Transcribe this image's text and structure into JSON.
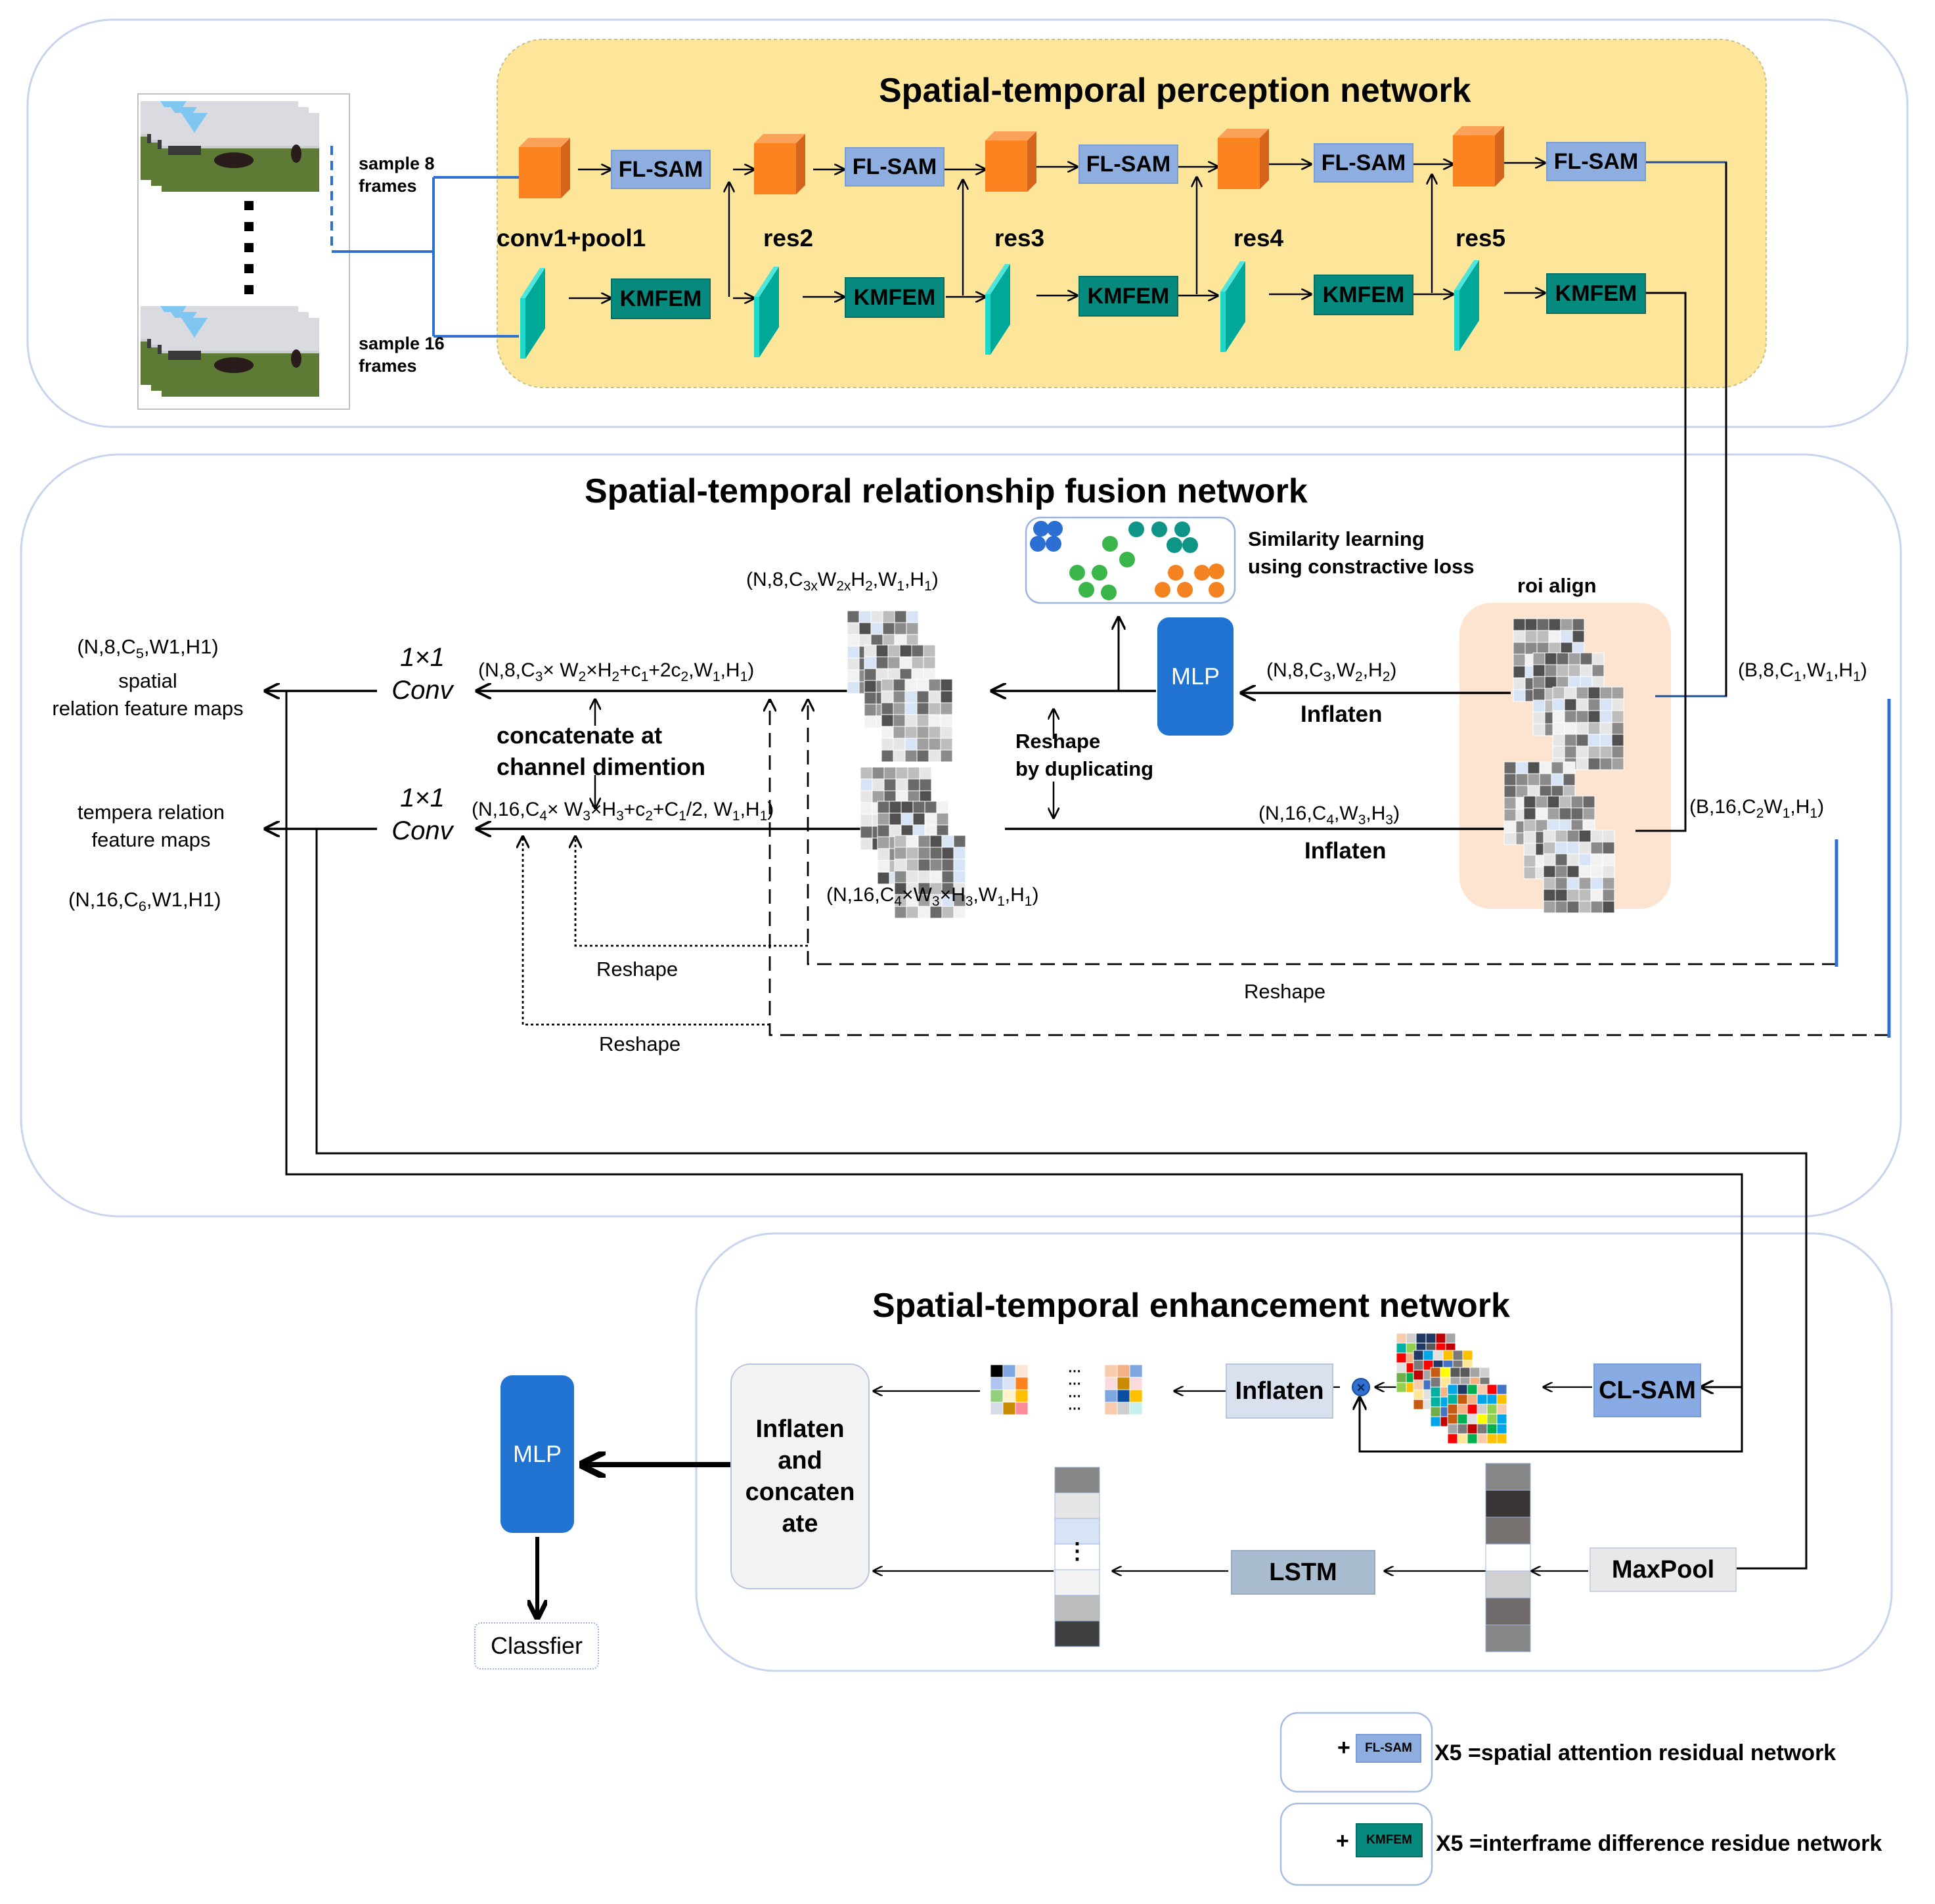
{
  "perception": {
    "title": "Spatial-temporal perception network",
    "input": {
      "sample8": "sample 8 frames",
      "sample8_line1": "sample 8",
      "sample8_line2": "frames",
      "sample16_line1": "sample 16",
      "sample16_line2": "frames"
    },
    "stages": [
      "conv1+pool1",
      "res2",
      "res3",
      "res4",
      "res5"
    ],
    "top_block": "FL-SAM",
    "bottom_block": "KMFEM"
  },
  "fusion": {
    "title": "Spatial-temporal relationship fusion network",
    "similarity_line1": "Similarity learning",
    "similarity_line2": "using constractive loss",
    "roi_align": "roi align",
    "mlp": "MLP",
    "inflaten_top": "Inflaten",
    "inflaten_bottom": "Inflaten",
    "shape_b8": "(B,8,C1,W1,H1)",
    "shape_b16": "(B,16,C2W1,H1)",
    "shape_n8_c3": "(N,8,C3,W2,H2)",
    "shape_n16_c4": "(N,16,C4,W3,H3)",
    "shape_n8_flat": "(N,8,C3xW2xH2,W1,H1)",
    "shape_n16_flat": "(N,16,C4×W3×H3,W1,H1)",
    "shape_n8_concat": "(N,8,C3× W2×H2+c1+2c2,W1,H1)",
    "shape_n16_concat": "(N,16,C4× W3×H3+c2+C1/2, W1,H1)",
    "reshape_dup_line1": "Reshape",
    "reshape_dup_line2": "by duplicating",
    "concat_line1": "concatenate at",
    "concat_line2": "channel dimention",
    "conv_top_line1": "1×1",
    "conv_top_line2": "Conv",
    "conv_bottom_line1": "1×1",
    "conv_bottom_line2": "Conv",
    "reshape_labels": [
      "Reshape",
      "Reshape",
      "Reshape"
    ],
    "out_spatial_shape": "(N,8,C5,W1,H1)",
    "out_spatial_line1": "spatial",
    "out_spatial_line2": "relation feature maps",
    "out_temporal_line1": "tempera relation",
    "out_temporal_line2": "feature maps",
    "out_temporal_shape": "(N,16,C6,W1,H1)"
  },
  "enhancement": {
    "title": "Spatial-temporal enhancement network",
    "clsam": "CL-SAM",
    "inflaten": "Inflaten",
    "multiply_symbol": "×",
    "lstm": "LSTM",
    "maxpool": "MaxPool",
    "concat_lines": [
      "Inflaten",
      "and",
      "concaten",
      "ate"
    ],
    "ellipsis": "⋮",
    "hdots": "⋯"
  },
  "head": {
    "mlp": "MLP",
    "classifier": "Classfier"
  },
  "legend": {
    "items": [
      {
        "block": "FL-SAM",
        "plus": "+",
        "text": "X5 =spatial attention residual network"
      },
      {
        "block": "KMFEM",
        "plus": "+",
        "text": "X5 =interframe difference residue network"
      }
    ]
  },
  "colors": {
    "perception_bg": "#fde699",
    "roi_bg": "#fde4d0",
    "flsam": "#8eaee0",
    "kmfem": "#078a7e",
    "orange_cube": "#fb8421",
    "cyan_slab": "#00b3a5",
    "mlp_blue": "#2073d0",
    "section_border": "#c6d4ee",
    "connector_blue": "#2f6fcf",
    "cluster_blue": "#2a6fd1",
    "cluster_teal": "#0f9488",
    "cluster_green": "#39b54a",
    "cluster_orange": "#f58220"
  }
}
